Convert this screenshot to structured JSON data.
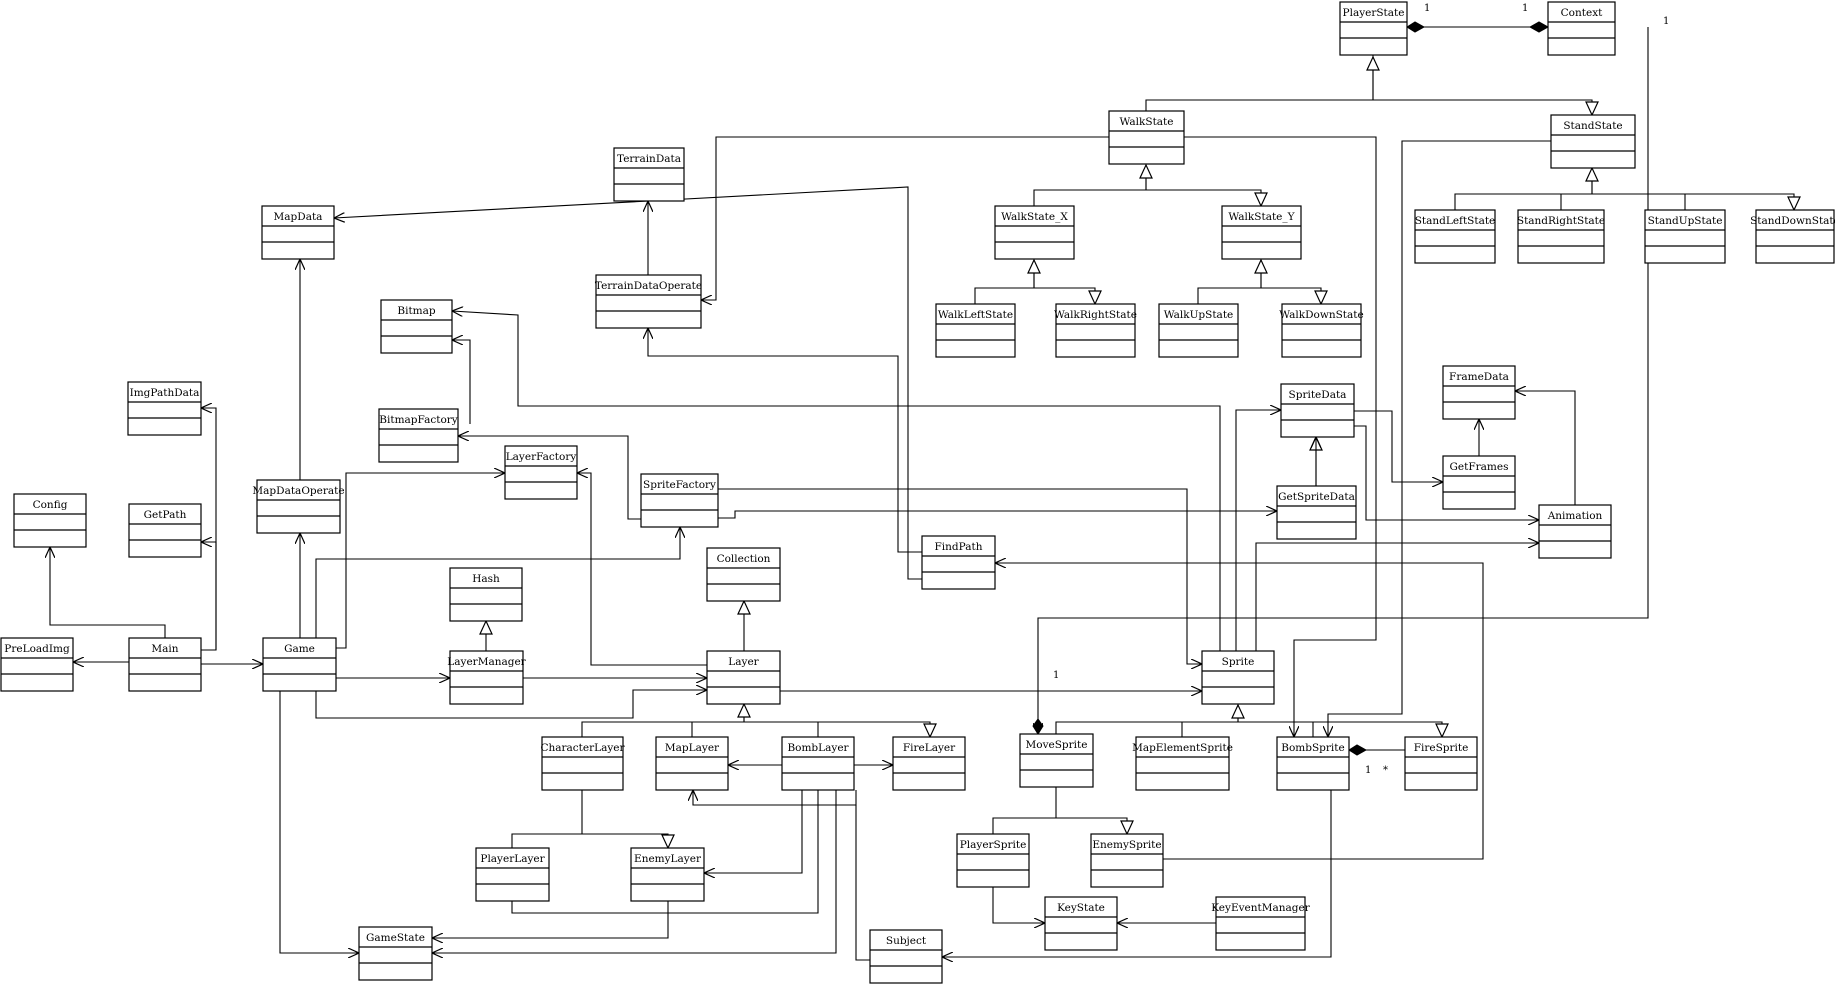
{
  "classes": [
    {
      "id": "PlayerState",
      "label": "PlayerState"
    },
    {
      "id": "Context",
      "label": "Context"
    },
    {
      "id": "WalkState",
      "label": "WalkState"
    },
    {
      "id": "StandState",
      "label": "StandState"
    },
    {
      "id": "WalkState_X",
      "label": "WalkState_X"
    },
    {
      "id": "WalkState_Y",
      "label": "WalkState_Y"
    },
    {
      "id": "StandLeftState",
      "label": "StandLeftState"
    },
    {
      "id": "StandRightState",
      "label": "StandRightState"
    },
    {
      "id": "StandUpState",
      "label": "StandUpState"
    },
    {
      "id": "StandDownState",
      "label": "StandDownState"
    },
    {
      "id": "WalkLeftState",
      "label": "WalkLeftState"
    },
    {
      "id": "WalkRightState",
      "label": "WalkRightState"
    },
    {
      "id": "WalkUpState",
      "label": "WalkUpState"
    },
    {
      "id": "WalkDownState",
      "label": "WalkDownState"
    },
    {
      "id": "TerrainData",
      "label": "TerrainData"
    },
    {
      "id": "TerrainDataOperate",
      "label": "TerrainDataOperate"
    },
    {
      "id": "MapData",
      "label": "MapData"
    },
    {
      "id": "Bitmap",
      "label": "Bitmap"
    },
    {
      "id": "BitmapFactory",
      "label": "BitmapFactory"
    },
    {
      "id": "ImgPathData",
      "label": "ImgPathData"
    },
    {
      "id": "GetPath",
      "label": "GetPath"
    },
    {
      "id": "Config",
      "label": "Config"
    },
    {
      "id": "PreLoadImg",
      "label": "PreLoadImg"
    },
    {
      "id": "Main",
      "label": "Main"
    },
    {
      "id": "MapDataOperate",
      "label": "MapDataOperate"
    },
    {
      "id": "Game",
      "label": "Game"
    },
    {
      "id": "LayerFactory",
      "label": "LayerFactory"
    },
    {
      "id": "SpriteFactory",
      "label": "SpriteFactory"
    },
    {
      "id": "Hash",
      "label": "Hash"
    },
    {
      "id": "LayerManager",
      "label": "LayerManager"
    },
    {
      "id": "Collection",
      "label": "Collection"
    },
    {
      "id": "Layer",
      "label": "Layer"
    },
    {
      "id": "CharacterLayer",
      "label": "CharacterLayer"
    },
    {
      "id": "MapLayer",
      "label": "MapLayer"
    },
    {
      "id": "BombLayer",
      "label": "BombLayer"
    },
    {
      "id": "FireLayer",
      "label": "FireLayer"
    },
    {
      "id": "PlayerLayer",
      "label": "PlayerLayer"
    },
    {
      "id": "EnemyLayer",
      "label": "EnemyLayer"
    },
    {
      "id": "GameState",
      "label": "GameState"
    },
    {
      "id": "Subject",
      "label": "Subject"
    },
    {
      "id": "FindPath",
      "label": "FindPath"
    },
    {
      "id": "SpriteData",
      "label": "SpriteData"
    },
    {
      "id": "GetSpriteData",
      "label": "GetSpriteData"
    },
    {
      "id": "FrameData",
      "label": "FrameData"
    },
    {
      "id": "GetFrames",
      "label": "GetFrames"
    },
    {
      "id": "Animation",
      "label": "Animation"
    },
    {
      "id": "Sprite",
      "label": "Sprite"
    },
    {
      "id": "MoveSprite",
      "label": "MoveSprite"
    },
    {
      "id": "MapElementSprite",
      "label": "MapElementSprite"
    },
    {
      "id": "BombSprite",
      "label": "BombSprite"
    },
    {
      "id": "FireSprite",
      "label": "FireSprite"
    },
    {
      "id": "PlayerSprite",
      "label": "PlayerSprite"
    },
    {
      "id": "EnemySprite",
      "label": "EnemySprite"
    },
    {
      "id": "KeyState",
      "label": "KeyState"
    },
    {
      "id": "KeyEventManager",
      "label": "KeyEventManager"
    }
  ],
  "multiplicities": [
    {
      "id": "m-playerstate-context-a",
      "text": "1"
    },
    {
      "id": "m-playerstate-context-b",
      "text": "1"
    },
    {
      "id": "m-context-sprite",
      "text": "1"
    },
    {
      "id": "m-movesprite-sprite",
      "text": "1"
    },
    {
      "id": "m-bombsprite-fire-a",
      "text": "1"
    },
    {
      "id": "m-bombsprite-fire-b",
      "text": "*"
    }
  ]
}
